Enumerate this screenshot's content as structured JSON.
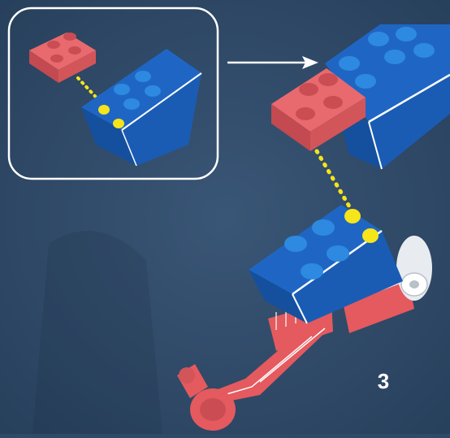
{
  "page": {
    "step_number": "3"
  },
  "colors": {
    "background": "#2f4a66",
    "brick_blue": "#1f66c4",
    "brick_blue_dark": "#14509e",
    "brick_blue_stud": "#2d8ae0",
    "brick_red": "#e45a5e",
    "brick_red_dark": "#b63d43",
    "connector_yellow": "#f5e51a",
    "frame_white": "#ffffff"
  },
  "icons": {
    "callout": "callout-frame",
    "arrow": "arrow-right-icon",
    "guide": "dotted-guide-line"
  }
}
